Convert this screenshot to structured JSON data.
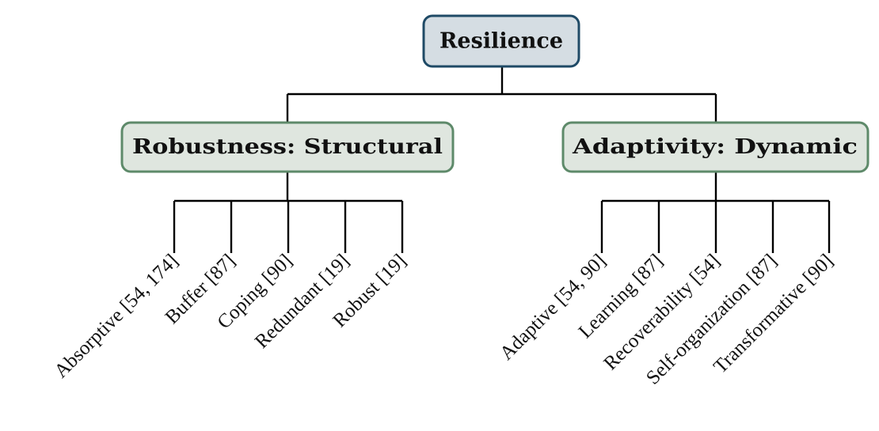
{
  "root": {
    "label": "Resilience",
    "fill": "#d5dde3",
    "stroke": "#1f4a66"
  },
  "branches": [
    {
      "label": "Robustness: Structural",
      "fill": "#dfe6df",
      "stroke": "#5e8a6a",
      "leaves": [
        "Absorptive [54, 174]",
        "Buffer [87]",
        "Coping [90]",
        "Redundant [19]",
        "Robust [19]"
      ]
    },
    {
      "label": "Adaptivity: Dynamic",
      "fill": "#dfe6df",
      "stroke": "#5e8a6a",
      "leaves": [
        "Adaptive [54, 90]",
        "Learning [87]",
        "Recoverability [54]",
        "Self-organization [87]",
        "Transformative [90]"
      ]
    }
  ]
}
